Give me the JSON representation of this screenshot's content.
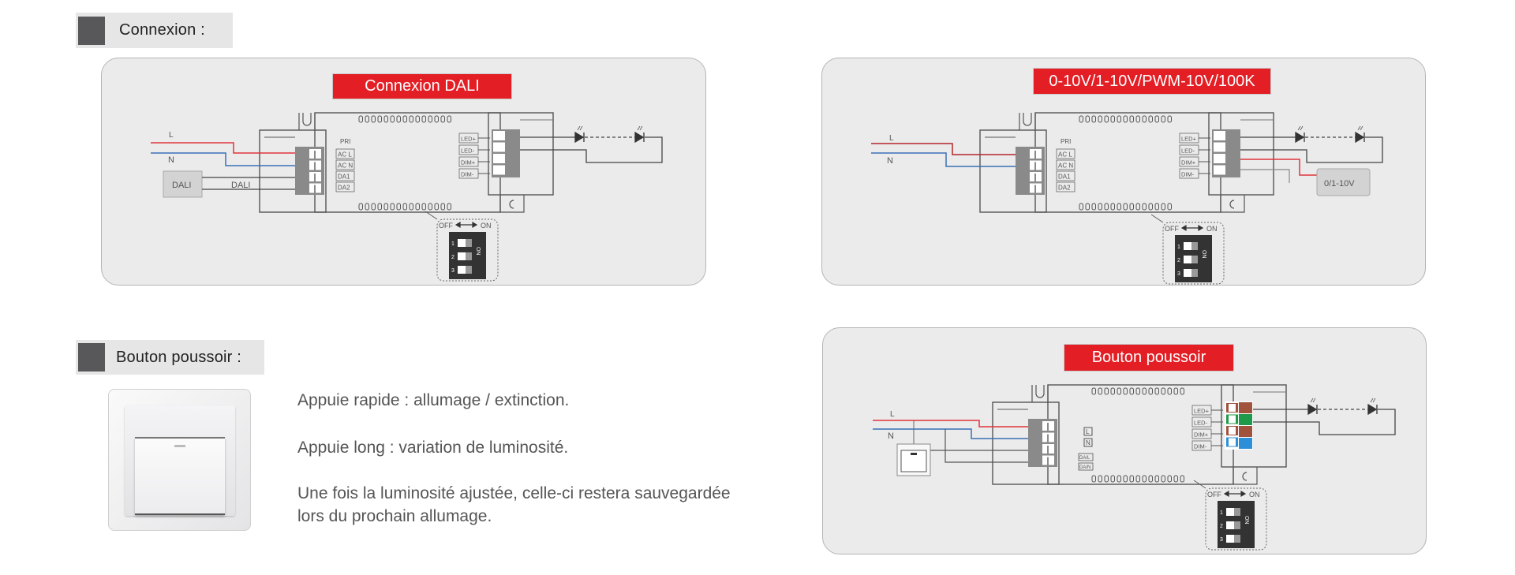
{
  "sections": {
    "connexion": {
      "title": "Connexion :"
    },
    "bouton": {
      "title": "Bouton poussoir :"
    }
  },
  "panels": {
    "dali": {
      "title": "Connexion DALI",
      "wire_L": "L",
      "wire_N": "N",
      "device": "DALI",
      "bus_label": "DALI"
    },
    "analog": {
      "title": "0-10V/1-10V/PWM-10V/100K",
      "wire_L": "L",
      "wire_N": "N",
      "device": "0/1-10V"
    },
    "push": {
      "title": "Bouton poussoir",
      "wire_L": "L",
      "wire_N": "N"
    }
  },
  "driver": {
    "pri": "PRI",
    "input_terminals": [
      "AC L",
      "AC N",
      "DA1",
      "DA2"
    ],
    "output_terminals": [
      "LED+",
      "LED-",
      "DIM+",
      "DIM-"
    ],
    "push_input_terminals": [
      "L",
      "N",
      "DA/L",
      "DA/N"
    ],
    "dip_off": "OFF",
    "dip_on": "ON",
    "dip_switch_label": "ON",
    "dip_numbers": [
      "1",
      "2",
      "3"
    ]
  },
  "colors": {
    "accent_red": "#e31e24",
    "wire_L": "#e0343a",
    "wire_N": "#3a6fb5",
    "term_brown": "#a0523d",
    "term_green": "#1f9a4a",
    "term_blue": "#2d8fd8"
  },
  "instructions": {
    "short_press": "Appuie rapide : allumage / extinction.",
    "long_press": "Appuie long : variation de luminosité.",
    "memory_line1": "Une fois la luminosité ajustée, celle-ci restera sauvegardée",
    "memory_line2": "lors du prochain allumage."
  }
}
